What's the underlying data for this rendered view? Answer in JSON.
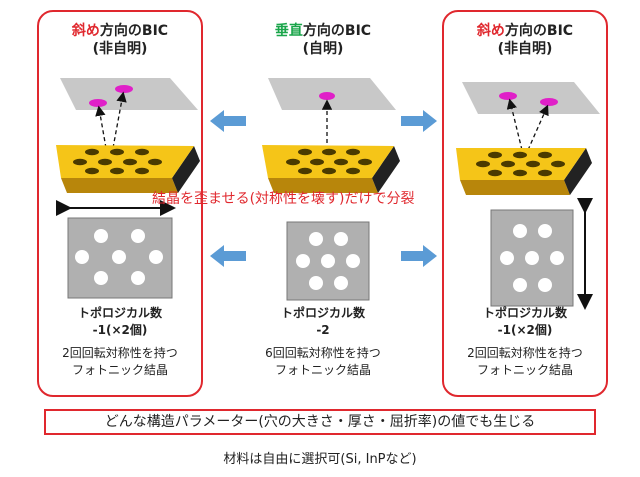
{
  "panels": {
    "left": {
      "title_colored": "斜め",
      "title_rest": "方向のBIC",
      "subtitle": "(非自明)",
      "topology_label": "トポロジカル数",
      "topology_value": "-1(×2個)",
      "desc_line1": "2回回転対称性を持つ",
      "desc_line2": "フォトニック結晶"
    },
    "center": {
      "title_colored": "垂直",
      "title_rest": "方向のBIC",
      "subtitle": "(自明)",
      "topology_label": "トポロジカル数",
      "topology_value": "-2",
      "desc_line1": "6回回転対称性を持つ",
      "desc_line2": "フォトニック結晶"
    },
    "right": {
      "title_colored": "斜め",
      "title_rest": "方向のBIC",
      "subtitle": "(非自明)",
      "topology_label": "トポロジカル数",
      "topology_value": "-1(×2個)",
      "desc_line1": "2回回転対称性を持つ",
      "desc_line2": "フォトニック結晶"
    }
  },
  "banner_text": "結晶を歪ませる(対称性を壊す)だけで分裂",
  "bottom_note": "どんな構造パラメーター(穴の大きさ・厚さ・屈折率)の値でも生じる",
  "material_note": "材料は自由に選択可(Si, InPなど)",
  "colors": {
    "accent_red": "#e0282e",
    "accent_green": "#1aa54a",
    "arrow_blue": "#5b9bd5",
    "slab_gold": "#f5c518",
    "spot_magenta": "#e020c8",
    "plane_gray": "#c8c8c8"
  }
}
